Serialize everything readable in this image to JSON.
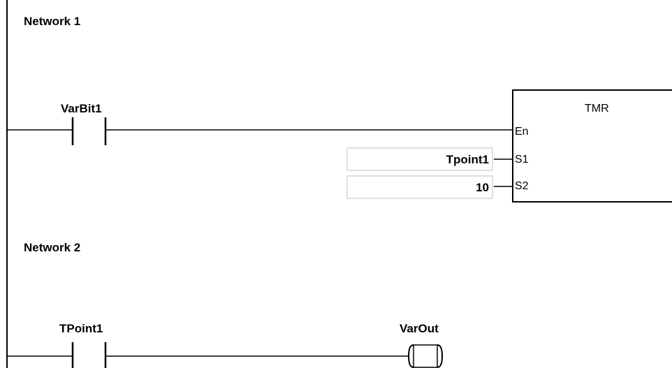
{
  "networks": [
    {
      "title": "Network 1",
      "contact": {
        "label": "VarBit1",
        "type": "normally-open"
      },
      "function_block": {
        "name": "TMR",
        "pins": [
          {
            "pin": "En",
            "value": ""
          },
          {
            "pin": "S1",
            "value": "Tpoint1"
          },
          {
            "pin": "S2",
            "value": "10"
          }
        ]
      }
    },
    {
      "title": "Network 2",
      "contact": {
        "label": "TPoint1",
        "type": "normally-open"
      },
      "coil": {
        "label": "VarOut",
        "type": "output-coil"
      }
    }
  ]
}
